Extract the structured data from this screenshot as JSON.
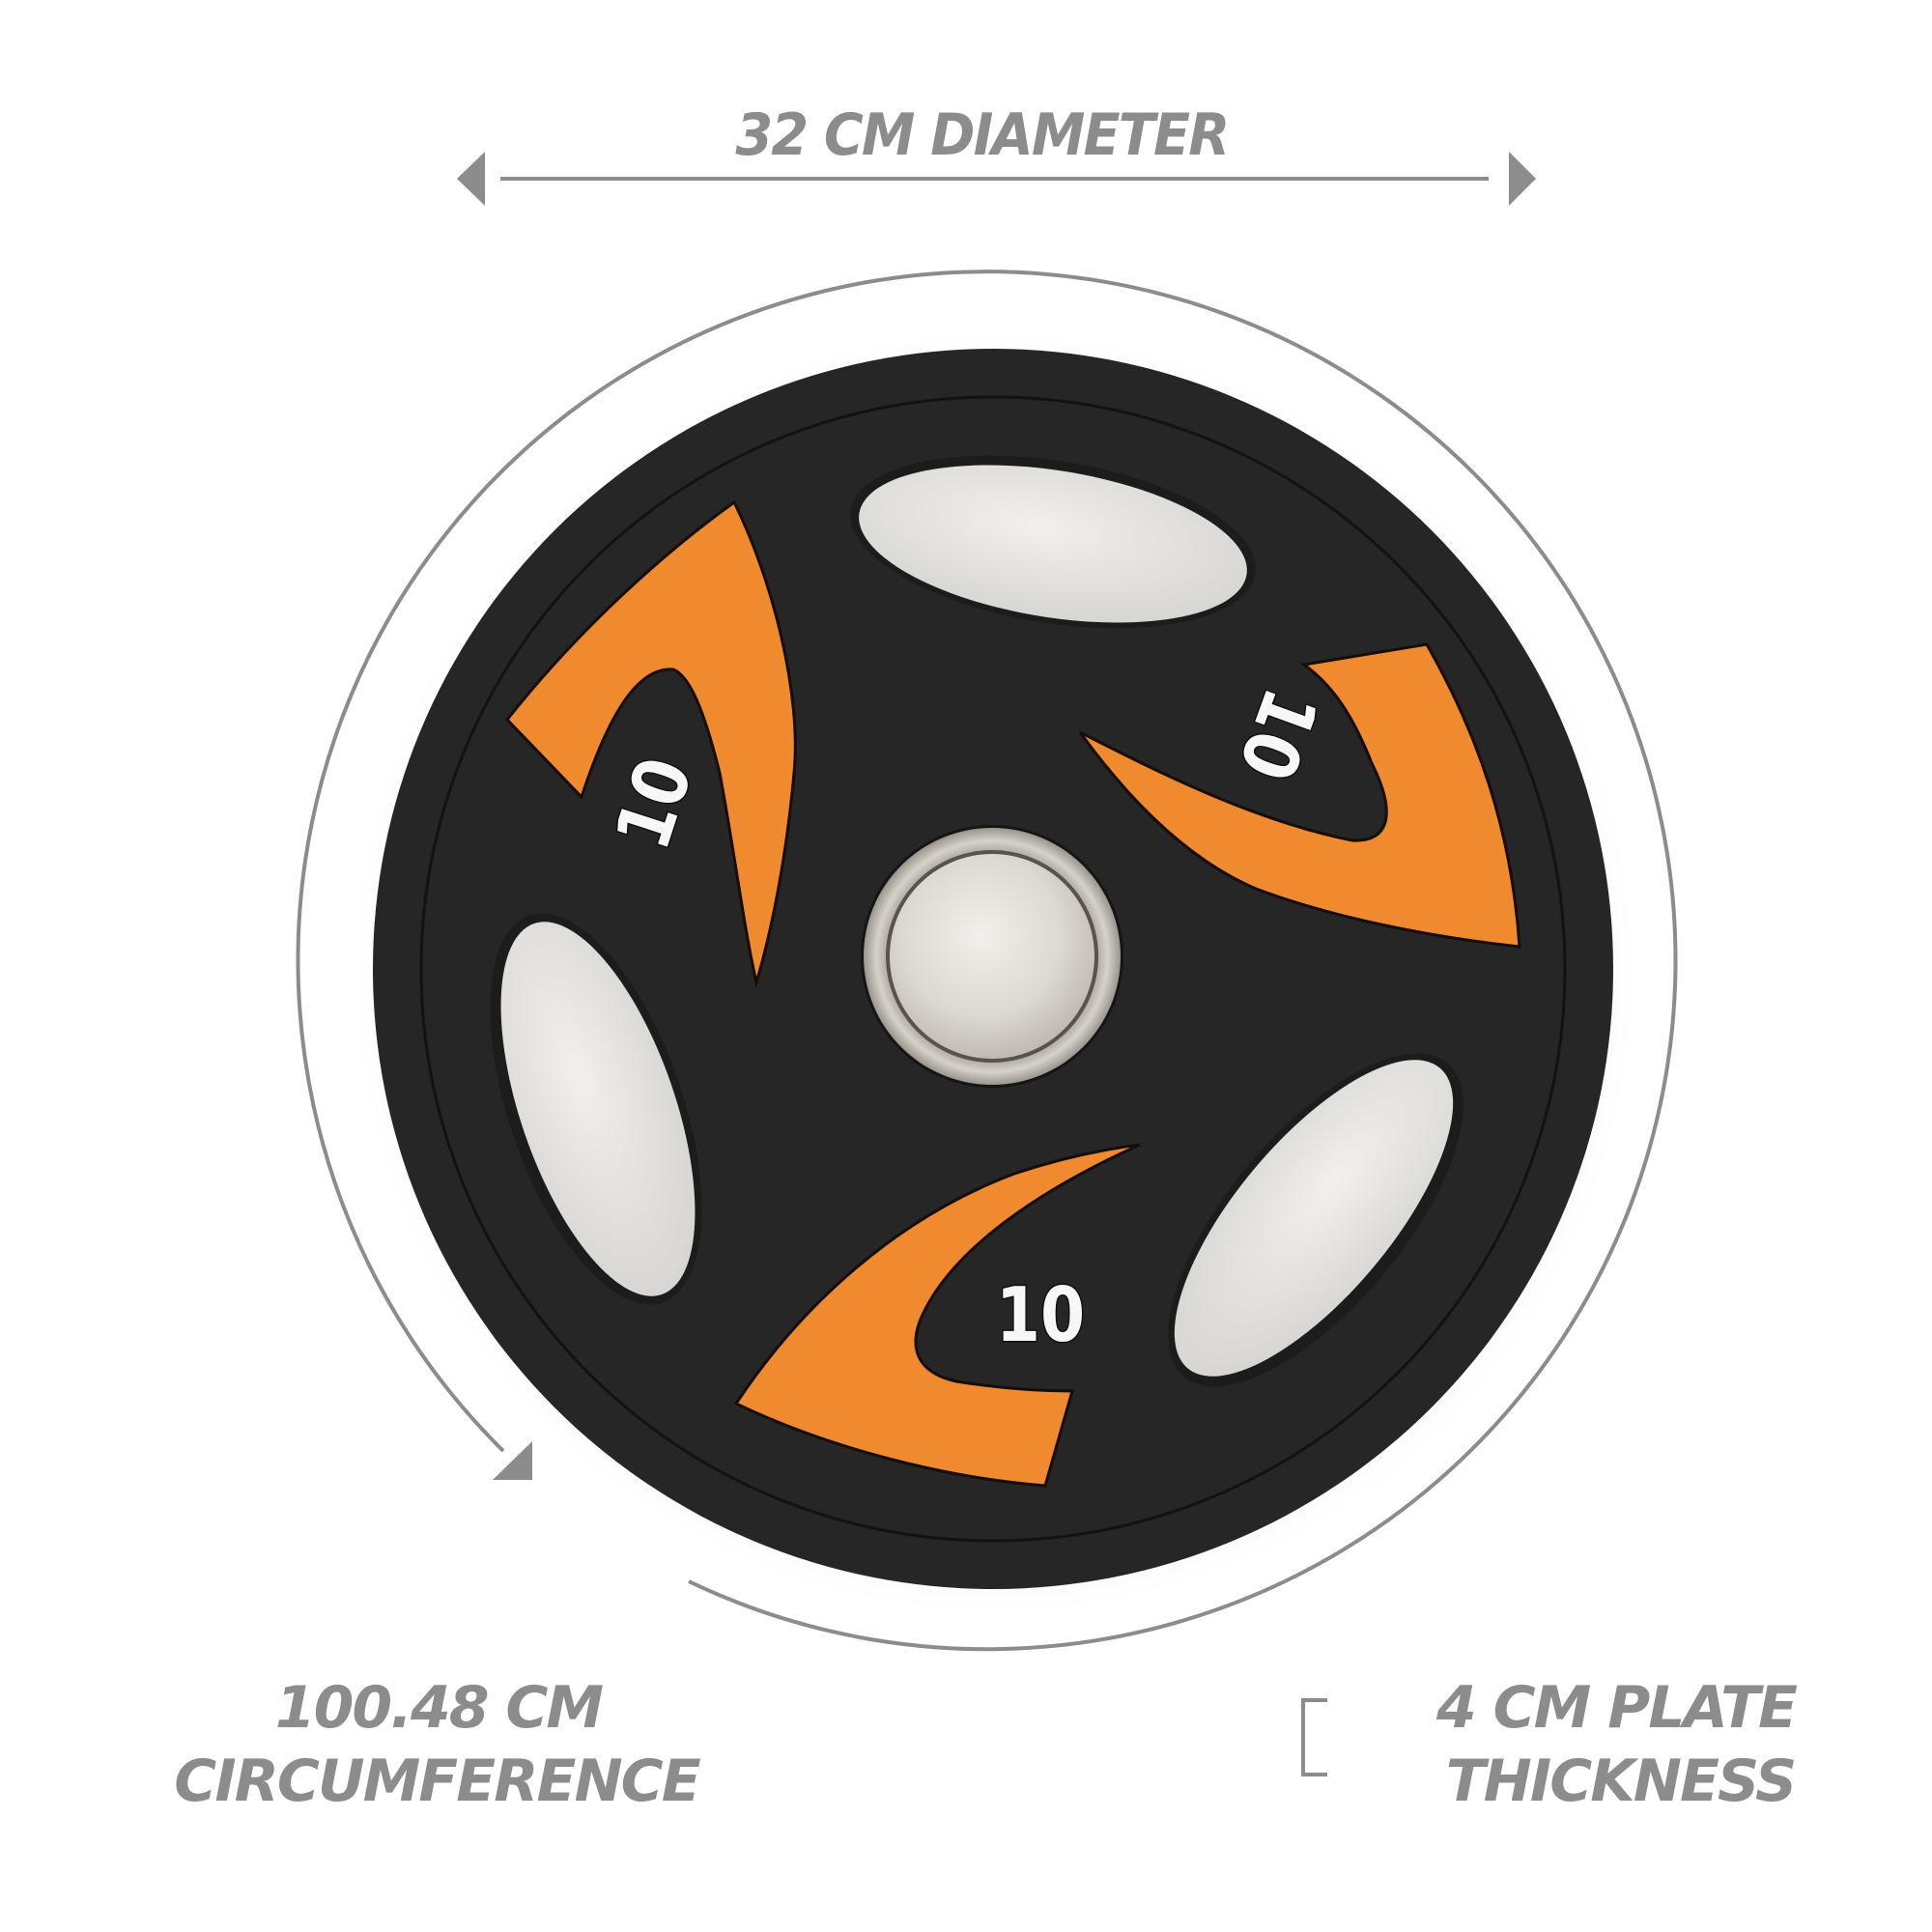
{
  "annotations": {
    "diameter": {
      "label": "32 CM DIAMETER"
    },
    "circumference": {
      "line1": "100.48 CM",
      "line2": "CIRCUMFERENCE"
    },
    "thickness": {
      "line1": "4 CM PLATE",
      "line2": "THICKNESS"
    }
  },
  "plate": {
    "weight_markings": [
      "10",
      "10",
      "10"
    ],
    "colors": {
      "rubber": "#262626",
      "accent": "#f08a2e",
      "hub_ring": "#b9b4ab",
      "hub_center": "#e2ded8",
      "grip_hole": "#e6e4e0",
      "annotation_grey": "#8c8c8c"
    }
  }
}
